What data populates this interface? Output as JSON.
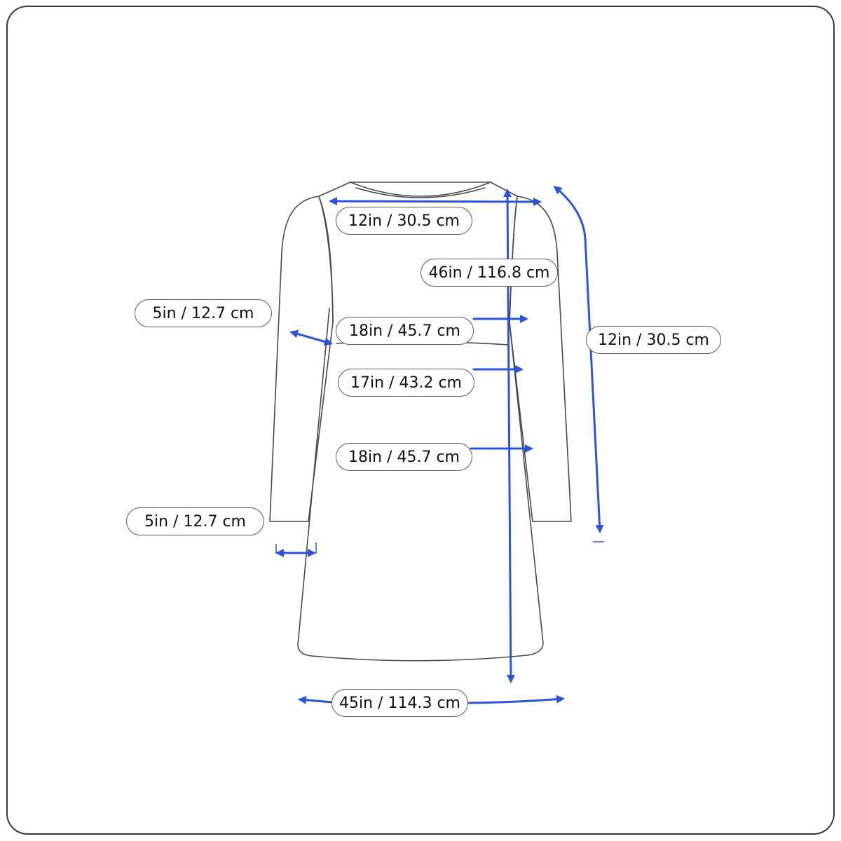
{
  "colors": {
    "accent": "#2b55d6",
    "outline": "#4a4a4a",
    "frame": "#3a3a3a"
  },
  "measurements": {
    "shoulder": "12in / 30.5 cm",
    "length": "46in / 116.8 cm",
    "sleeve_length": "12in / 30.5 cm",
    "bicep": "5in / 12.7 cm",
    "bust": "18in / 45.7 cm",
    "waist": "17in / 43.2 cm",
    "hip": "18in / 45.7 cm",
    "cuff": "5in / 12.7 cm",
    "hem": "45in / 114.3 cm"
  }
}
